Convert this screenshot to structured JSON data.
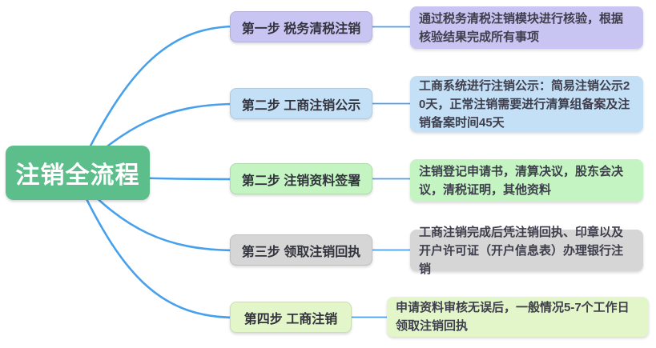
{
  "root": {
    "title": "注销全流程",
    "color": "#5BBE8B",
    "text_color": "#ffffff"
  },
  "connector_color": "#47A0EC",
  "steps": [
    {
      "label": "第一步 税务清税注销",
      "detail": "通过税务清税注销模块进行核验，根据核验结果完成所有事项",
      "color": "#C8C5F3"
    },
    {
      "label": "第二步 工商注销公示",
      "detail": "工商系统进行注销公示：简易注销公示20天，正常注销需要进行清算组备案及注销备案时间45天",
      "color": "#C4E0F7"
    },
    {
      "label": "第二步 注销资料签署",
      "detail": "注销登记申请书，清算决议，股东会决议，清税证明，其他资料",
      "color": "#C3F4C2"
    },
    {
      "label": "第三步 领取注销回执",
      "detail": "工商注销完成后凭注销回执、印章以及开户许可证（开户信息表）办理银行注销",
      "color": "#D6D6D6"
    },
    {
      "label": "第四步 工商注销",
      "detail": "申请资料审核无误后，一般情况5-7个工作日领取注销回执",
      "color": "#E3F6CA"
    }
  ]
}
